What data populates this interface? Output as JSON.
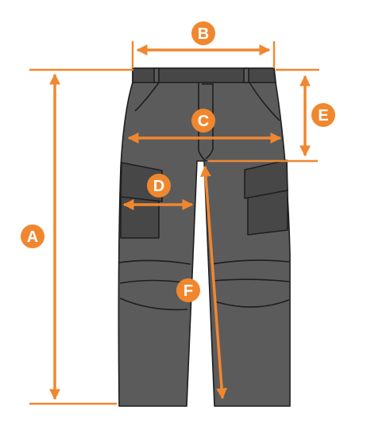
{
  "colors": {
    "accent": "#F0872F",
    "pants_fill": "#5b5b5b",
    "pants_dark": "#474747",
    "outline": "#1e1e1e",
    "background": "#ffffff"
  },
  "labels": {
    "a": "A",
    "b": "B",
    "c": "C",
    "d": "D",
    "e": "E",
    "f": "F"
  }
}
